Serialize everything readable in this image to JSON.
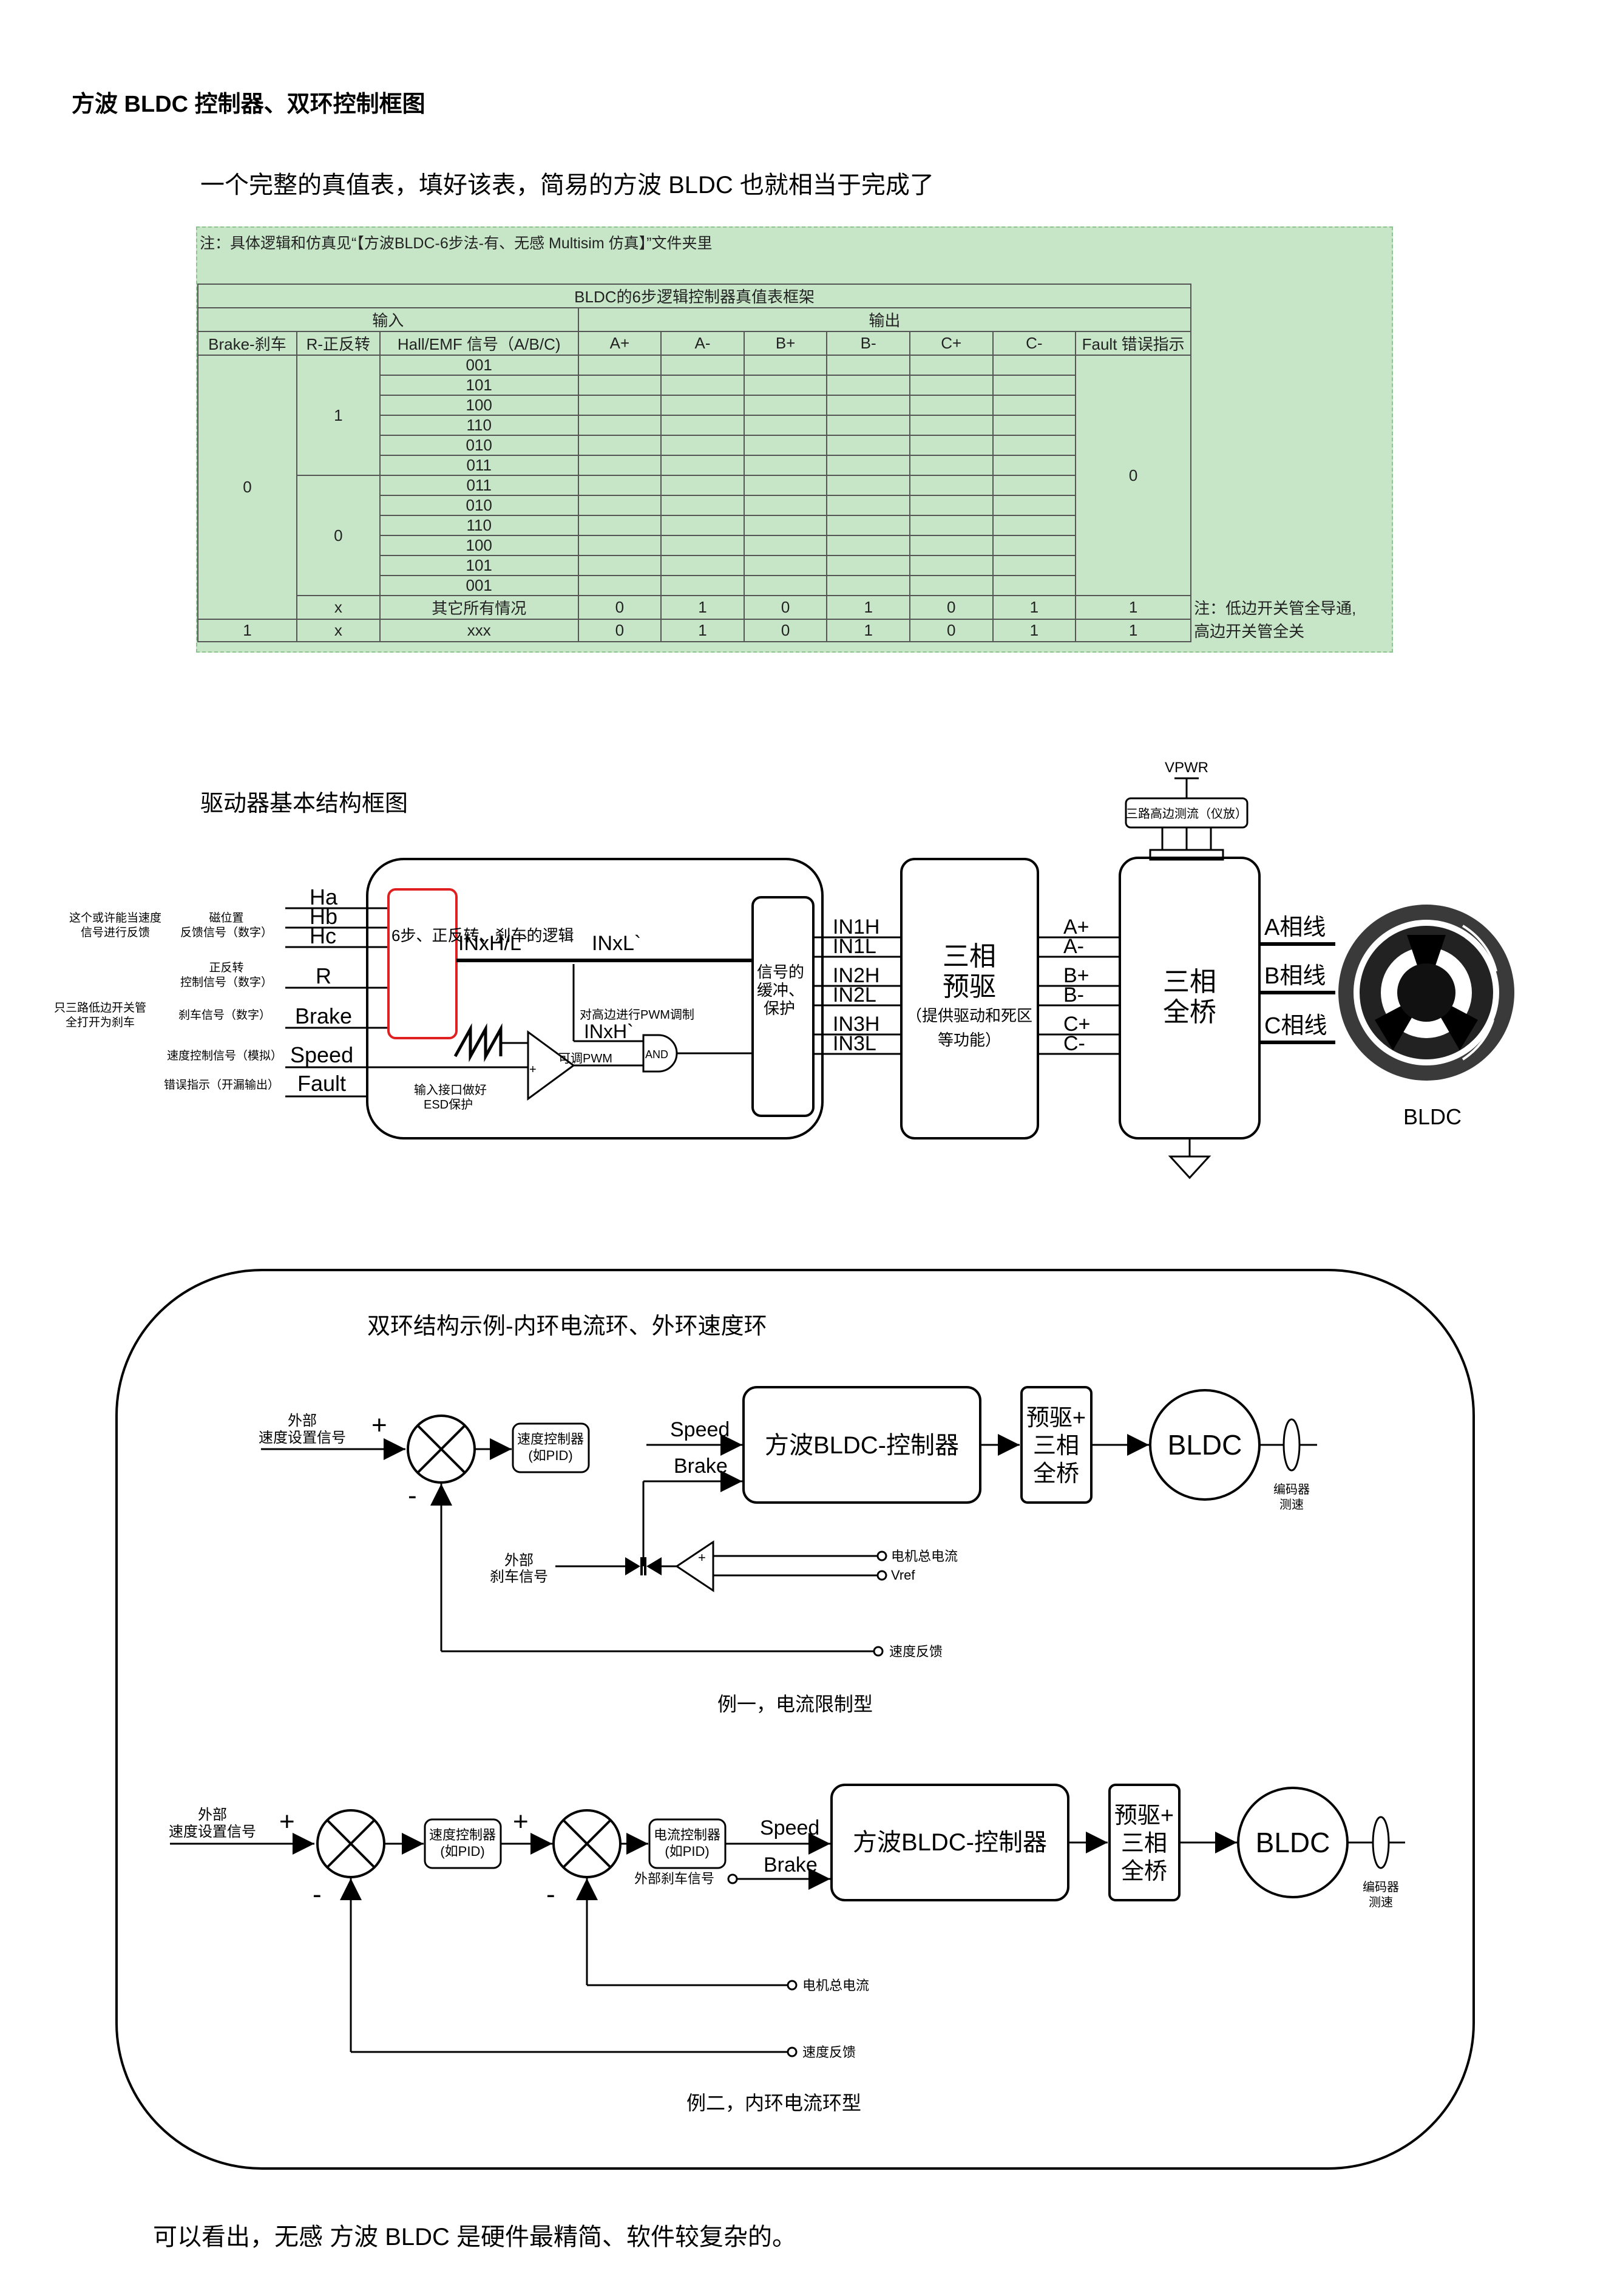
{
  "heading": "方波 BLDC 控制器、双环控制框图",
  "intro": "一个完整的真值表，填好该表，简易的方波 BLDC 也就相当于完成了",
  "truth_table": {
    "note": "注：具体逻辑和仿真见“【方波BLDC-6步法-有、无感 Multisim 仿真】”文件夹里",
    "title": "BLDC的6步逻辑控制器真值表框架",
    "input_group": "输入",
    "output_group": "输出",
    "columns": [
      "Brake-刹车",
      "R-正反转",
      "Hall/EMF 信号（A/B/C)",
      "A+",
      "A-",
      "B+",
      "B-",
      "C+",
      "C-",
      "Fault 错误指示"
    ],
    "brake_value": "0",
    "r_forward": "1",
    "r_reverse": "0",
    "hall_forward": [
      "001",
      "101",
      "100",
      "110",
      "010",
      "011"
    ],
    "hall_reverse": [
      "011",
      "010",
      "110",
      "100",
      "101",
      "001"
    ],
    "fault_value": "0",
    "other_row": [
      "x",
      "其它所有情况",
      "0",
      "1",
      "0",
      "1",
      "0",
      "1",
      "1"
    ],
    "brake_row": [
      "1",
      "x",
      "xxx",
      "0",
      "1",
      "0",
      "1",
      "0",
      "1",
      "1"
    ],
    "side_note_1": "注：低边开关管全导通,",
    "side_note_2": "高边开关管全关"
  },
  "driver": {
    "title": "驱动器基本结构框图",
    "vpwr": "VPWR",
    "sense": "三路高边测流（仪放）",
    "ext_note_1a": "这个或许能当速度",
    "ext_note_1b": "信号进行反馈",
    "ext_note_2a": "只三路低边开关管",
    "ext_note_2b": "全打开为刹车",
    "label_hall_a": "磁位置",
    "label_hall_b": "反馈信号（数字）",
    "label_r_a": "正反转",
    "label_r_b": "控制信号（数字）",
    "label_brake": "刹车信号（数字）",
    "label_speed": "速度控制信号（模拟）",
    "label_fault": "错误指示（开漏输出）",
    "pin_ha": "Ha",
    "pin_hb": "Hb",
    "pin_hc": "Hc",
    "pin_r": "R",
    "pin_brake": "Brake",
    "pin_speed": "Speed",
    "pin_fault": "Fault",
    "logic_box": "6步、正反转、刹车的逻辑",
    "inx_hl": "INxH/L`",
    "inx_l": "INxL`",
    "inx_h": "INxH`",
    "pwm_note": "对高边进行PWM调制",
    "adj_pwm": "可调PWM",
    "and_gate": "AND",
    "esd_a": "输入接口做好",
    "esd_b": "ESD保护",
    "buffer_a": "信号的",
    "buffer_b": "缓冲、",
    "buffer_c": "保护",
    "in_pins": [
      "IN1H",
      "IN1L",
      "IN2H",
      "IN2L",
      "IN3H",
      "IN3L"
    ],
    "predrive_a": "三相",
    "predrive_b": "预驱",
    "predrive_c": "（提供驱动和死区",
    "predrive_d": "等功能）",
    "out_pins": [
      "A+",
      "A-",
      "B+",
      "B-",
      "C+",
      "C-"
    ],
    "bridge_a": "三相",
    "bridge_b": "全桥",
    "phase_a": "A相线",
    "phase_b": "B相线",
    "phase_c": "C相线",
    "motor": "BLDC"
  },
  "dual_loop": {
    "title": "双环结构示例-内环电流环、外环速度环",
    "ex1": {
      "ext_speed_a": "外部",
      "ext_speed_b": "速度设置信号",
      "plus": "+",
      "minus": "-",
      "pid_a": "速度控制器",
      "pid_b": "(如PID)",
      "speed": "Speed",
      "brake": "Brake",
      "controller": "方波BLDC-控制器",
      "pre_a": "预驱+",
      "pre_b": "三相",
      "pre_c": "全桥",
      "motor": "BLDC",
      "encoder_a": "编码器",
      "encoder_b": "测速",
      "ext_brake_a": "外部",
      "ext_brake_b": "刹车信号",
      "motor_current": "电机总电流",
      "vref": "Vref",
      "speed_fb": "速度反馈",
      "caption": "例一，电流限制型"
    },
    "ex2": {
      "ext_speed_a": "外部",
      "ext_speed_b": "速度设置信号",
      "plus": "+",
      "minus": "-",
      "pid_a": "速度控制器",
      "pid_b": "(如PID)",
      "cur_a": "电流控制器",
      "cur_b": "(如PID)",
      "ext_brake": "外部刹车信号",
      "speed": "Speed",
      "brake": "Brake",
      "controller": "方波BLDC-控制器",
      "pre_a": "预驱+",
      "pre_b": "三相",
      "pre_c": "全桥",
      "motor": "BLDC",
      "encoder_a": "编码器",
      "encoder_b": "测速",
      "motor_current": "电机总电流",
      "speed_fb": "速度反馈",
      "caption": "例二，内环电流环型"
    }
  },
  "conclusion": "可以看出，无感 方波 BLDC 是硬件最精简、软件较复杂的。"
}
